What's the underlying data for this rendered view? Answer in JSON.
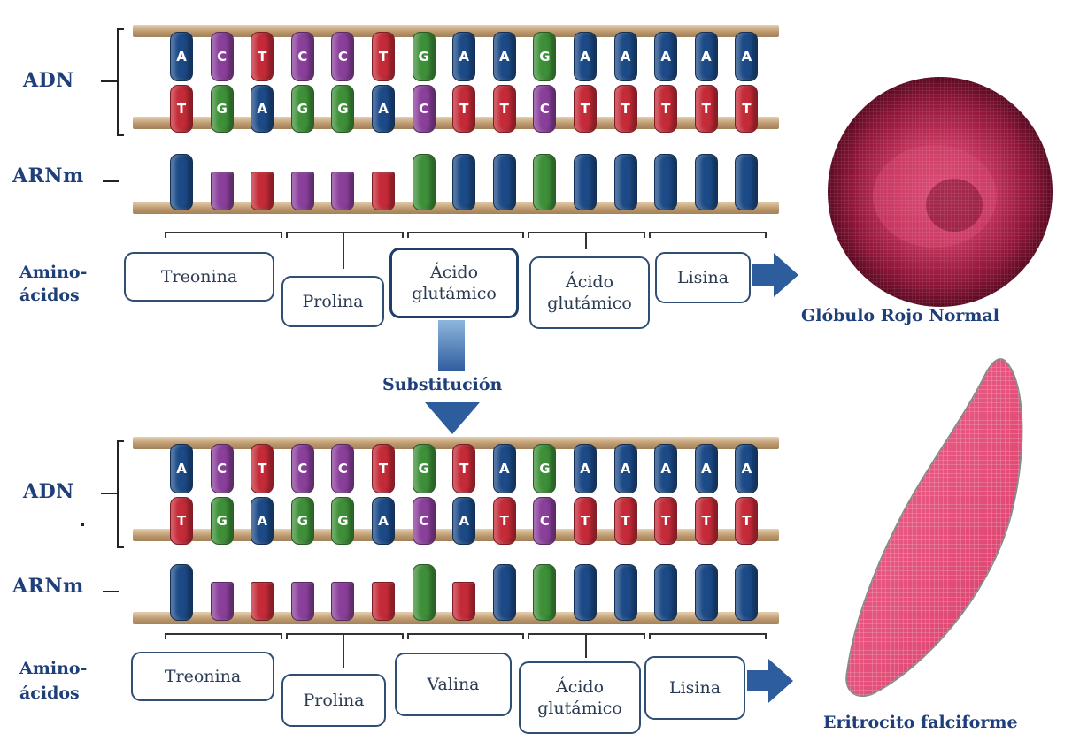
{
  "labels": {
    "dna": "ADN",
    "mrna": "ARNm",
    "amino_line1": "Amino-",
    "amino_line2": "ácidos",
    "substitution": "Substitución",
    "normal_cell": "Glóbulo Rojo Normal",
    "sickle_cell": "Eritrocito falciforme"
  },
  "colors": {
    "adenine_T": "#1c4a86",
    "thymine_red": "#c42a37",
    "cytosine_purple": "#8a3f9a",
    "guanine_green": "#3d8f38",
    "label_blue": "#1f3f7a",
    "normal_cell": "#b8264c",
    "sickle_cell": "#e64a78"
  },
  "top": {
    "dna_top": [
      "A",
      "C",
      "T",
      "C",
      "C",
      "T",
      "G",
      "A",
      "A",
      "G",
      "A",
      "A",
      "A",
      "A",
      "A"
    ],
    "dna_bottom": [
      "T",
      "G",
      "A",
      "G",
      "G",
      "A",
      "C",
      "T",
      "T",
      "C",
      "T",
      "T",
      "T",
      "T",
      "T"
    ],
    "mrna_colors": [
      "b",
      "p",
      "r",
      "p",
      "p",
      "r",
      "g",
      "b",
      "b",
      "g",
      "b",
      "b",
      "b",
      "b",
      "b"
    ],
    "amino_acids": [
      {
        "line1": "Treonina",
        "line2": ""
      },
      {
        "line1": "Prolina",
        "line2": ""
      },
      {
        "line1": "Ácido",
        "line2": "glutámico"
      },
      {
        "line1": "Ácido",
        "line2": "glutámico"
      },
      {
        "line1": "Lisina",
        "line2": ""
      }
    ]
  },
  "bottom": {
    "dna_top": [
      "A",
      "C",
      "T",
      "C",
      "C",
      "T",
      "G",
      "T",
      "A",
      "G",
      "A",
      "A",
      "A",
      "A",
      "A"
    ],
    "dna_bottom": [
      "T",
      "G",
      "A",
      "G",
      "G",
      "A",
      "C",
      "A",
      "T",
      "C",
      "T",
      "T",
      "T",
      "T",
      "T"
    ],
    "mrna_colors": [
      "b",
      "p",
      "r",
      "p",
      "p",
      "r",
      "g",
      "r",
      "b",
      "g",
      "b",
      "b",
      "b",
      "b",
      "b"
    ],
    "amino_acids": [
      {
        "line1": "Treonina",
        "line2": ""
      },
      {
        "line1": "Prolina",
        "line2": ""
      },
      {
        "line1": "Valina",
        "line2": ""
      },
      {
        "line1": "Ácido",
        "line2": "glutámico"
      },
      {
        "line1": "Lisina",
        "line2": ""
      }
    ]
  }
}
